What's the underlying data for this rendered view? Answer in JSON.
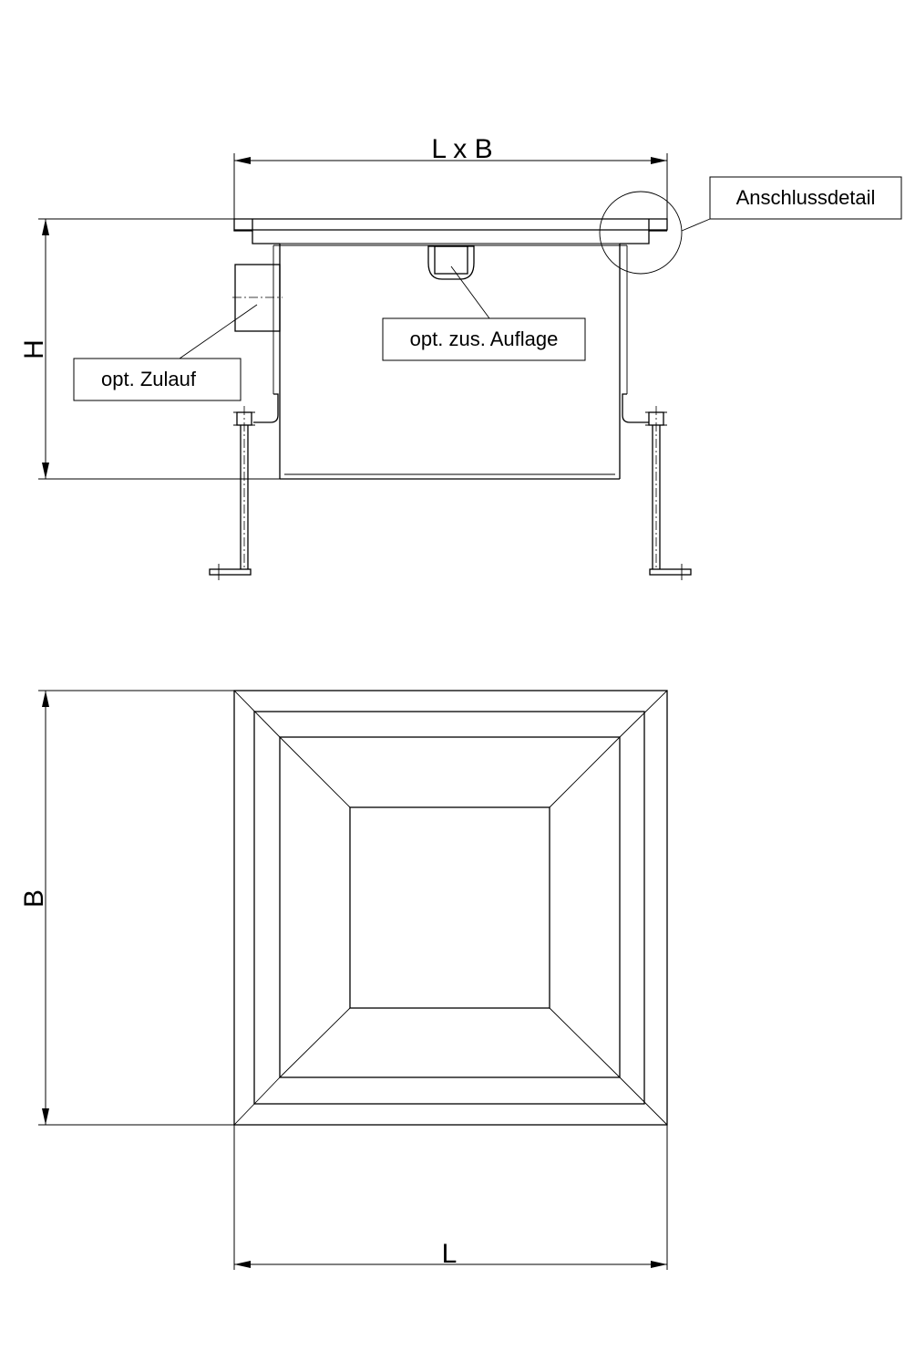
{
  "dimensions": {
    "top_width": "L x B",
    "height": "H",
    "plan_width": "L",
    "plan_depth": "B"
  },
  "callouts": {
    "connection_detail": "Anschlussdetail",
    "optional_inlet": "opt. Zulauf",
    "optional_support": "opt. zus. Auflage"
  }
}
